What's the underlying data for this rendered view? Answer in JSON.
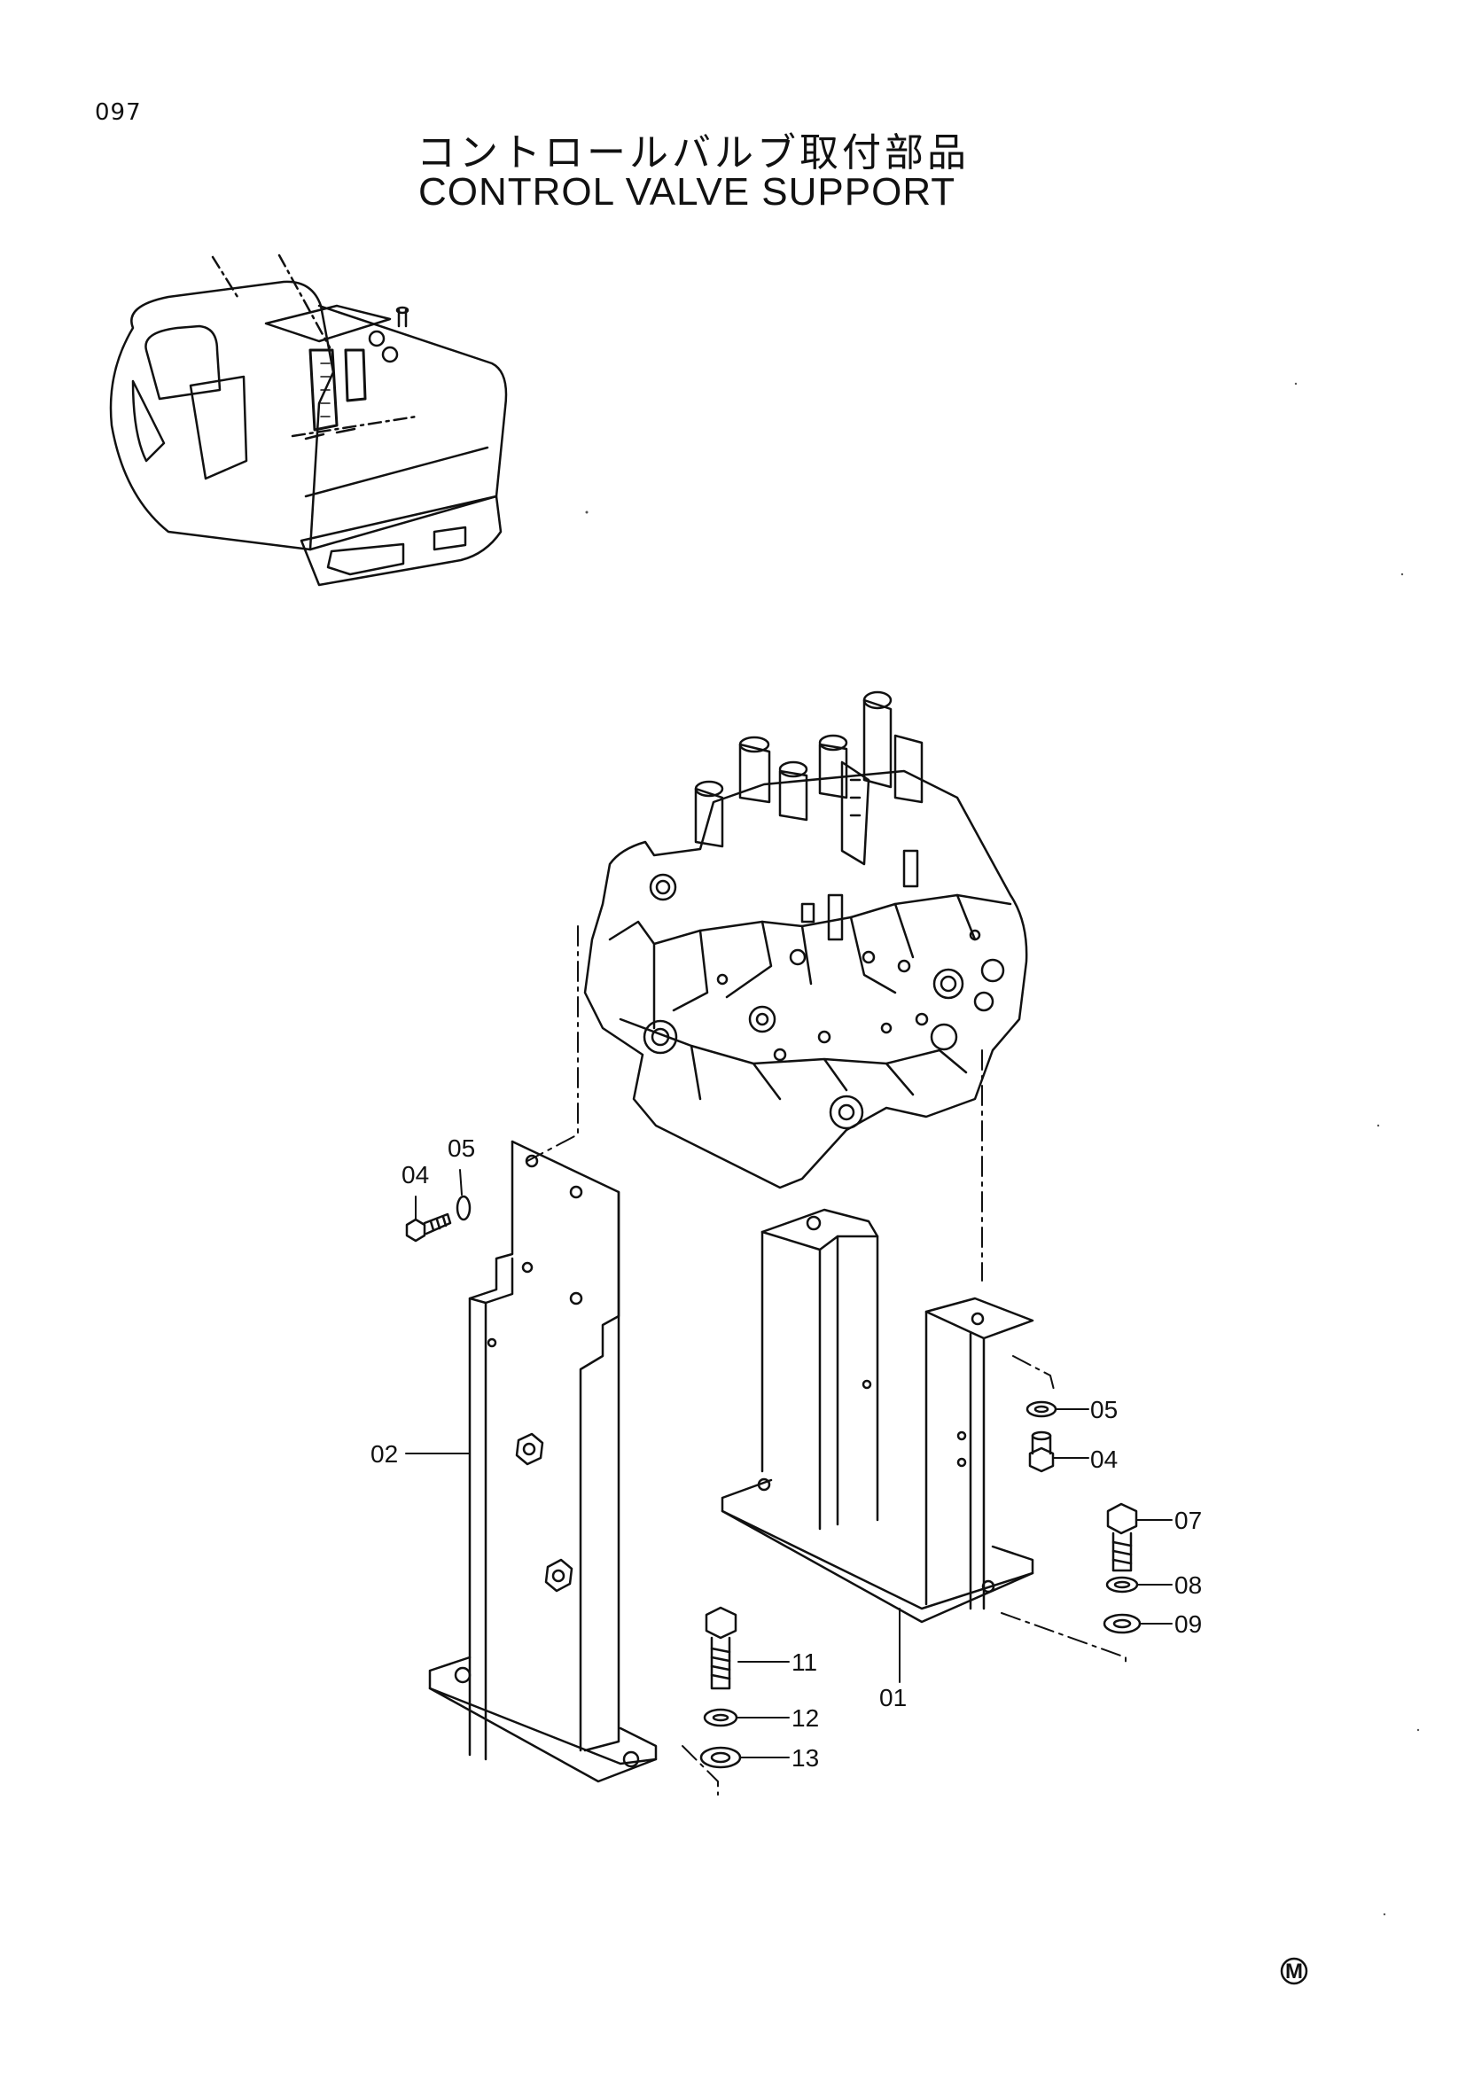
{
  "page_number": "097",
  "title_jp": "コントロールバルブ取付部品",
  "title_en": "CONTROL VALVE SUPPORT",
  "callouts": {
    "p01": "01",
    "p02": "02",
    "p04a": "04",
    "p05a": "05",
    "p05b": "05",
    "p04b": "04",
    "p07": "07",
    "p08": "08",
    "p09": "09",
    "p11": "11",
    "p12": "12",
    "p13": "13"
  },
  "corner_mark": "M"
}
